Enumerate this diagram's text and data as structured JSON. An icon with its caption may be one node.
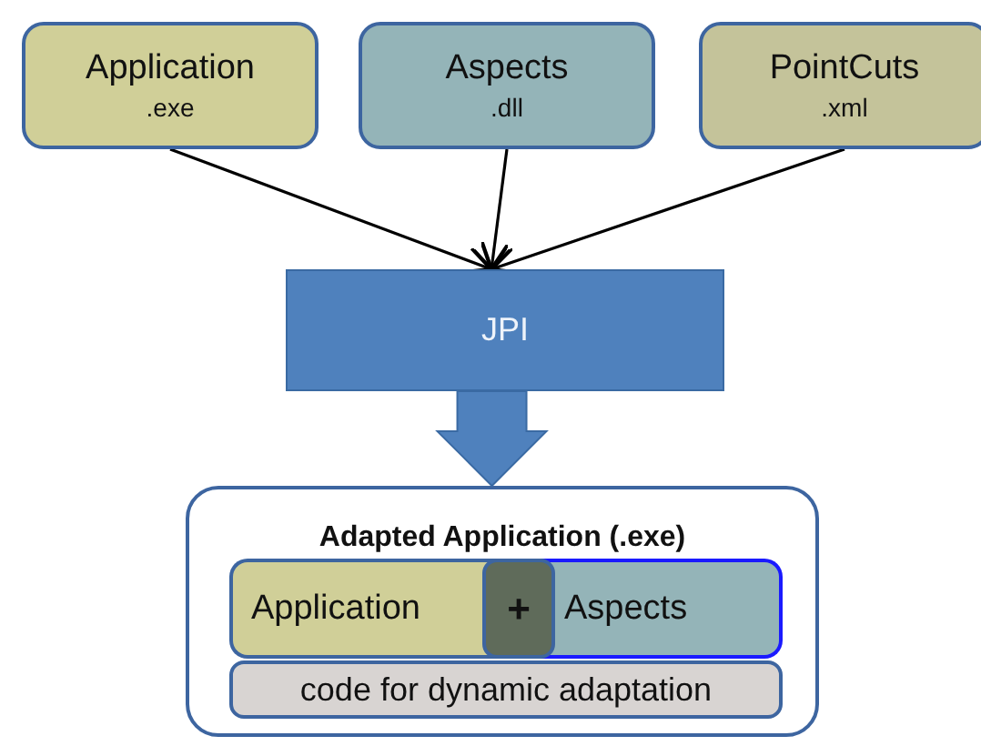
{
  "diagram": {
    "nodes": [
      {
        "text": [
          "Application",
          ".exe"
        ]
      },
      {
        "text": [
          "Aspects",
          ".dll"
        ]
      },
      {
        "text": [
          "PointCuts",
          ".xml"
        ]
      },
      {
        "text": [
          "JPI"
        ]
      },
      {
        "text": [
          "Adapted Application (.exe)"
        ]
      },
      {
        "text": [
          "Application"
        ],
        "in": 4
      },
      {
        "text": [
          "+"
        ],
        "in": 4
      },
      {
        "text": [
          "Aspects"
        ],
        "in": 4
      },
      {
        "text": [
          "code for dynamic adaptation"
        ],
        "in": 4
      }
    ],
    "edges": [
      {
        "from": 0,
        "to": 3,
        "arrow": "to"
      },
      {
        "from": 1,
        "to": 3,
        "arrow": "to"
      },
      {
        "from": 2,
        "to": 3,
        "arrow": "to"
      },
      {
        "from": 3,
        "to": 4,
        "arrow": "to",
        "style": "thick",
        "color": "#4f81bd"
      }
    ]
  }
}
